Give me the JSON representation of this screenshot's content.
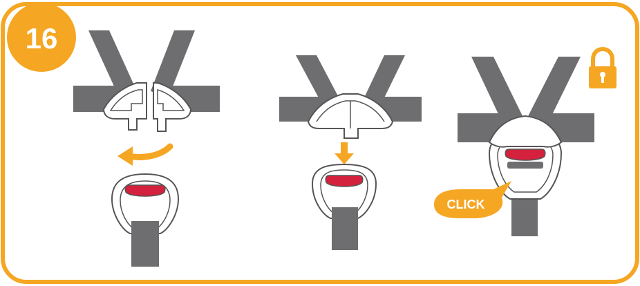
{
  "step": {
    "number": "16"
  },
  "panels": [
    {
      "id": "align",
      "arrow": "curved-left-arrow"
    },
    {
      "id": "insert",
      "arrow": "down-arrow"
    },
    {
      "id": "locked",
      "badge": "CLICK",
      "icon": "padlock-icon"
    }
  ],
  "colors": {
    "accent": "#F5A623",
    "strap": "#6E6E70",
    "outline": "#555555",
    "release_button": "#D4213D",
    "background": "#FFFFFF"
  }
}
